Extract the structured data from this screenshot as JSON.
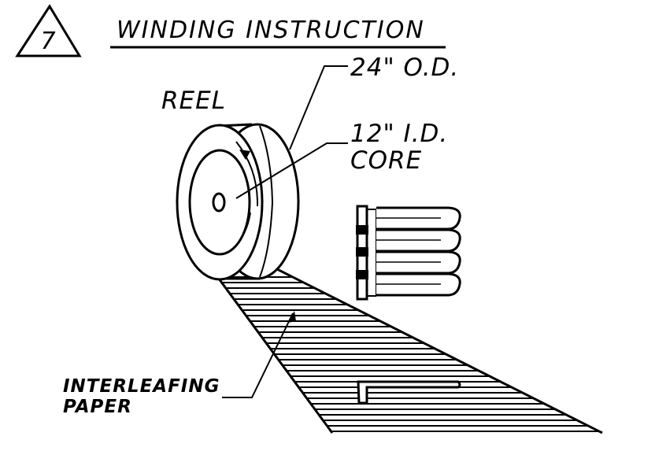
{
  "revision_marker": "7",
  "title": "WINDING INSTRUCTION",
  "labels": {
    "reel": "REEL",
    "outer_diameter": "24\" O.D.",
    "inner_diameter_line1": "12\" I.D.",
    "inner_diameter_line2": "CORE",
    "interleaf_line1": "INTERLEAFING",
    "interleaf_line2": "PAPER"
  }
}
